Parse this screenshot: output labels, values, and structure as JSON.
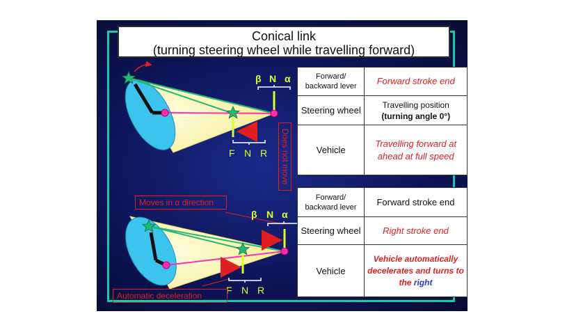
{
  "title": {
    "line1": "Conical link",
    "line2": "(turning steering wheel while travelling forward)"
  },
  "top_panel": {
    "axis_top": {
      "beta": "β",
      "n": "N",
      "alpha": "α"
    },
    "axis_bottom": {
      "f": "F",
      "n": "N",
      "r": "R"
    },
    "callout": "Does not move",
    "table": {
      "row1_label": "Forward/ backward lever",
      "row1_value": "Forward stroke end",
      "row2_label": "Steering wheel",
      "row2_value_line1": "Travelling position",
      "row2_value_line2": "(turning angle 0°)",
      "row3_label": "Vehicle",
      "row3_value": "Travelling forward at ahead at full speed"
    }
  },
  "bottom_panel": {
    "axis_top": {
      "beta": "β",
      "n": "N",
      "alpha": "α"
    },
    "axis_bottom": {
      "f": "F",
      "n": "N",
      "r": "R"
    },
    "callout_direction": "Moves in α direction",
    "callout_decel": "Automatic deceleration",
    "table": {
      "row1_label": "Forward/ backward lever",
      "row1_value": "Forward stroke end",
      "row2_label": "Steering wheel",
      "row2_value": "Right stroke end",
      "row3_label": "Vehicle",
      "row3_value_main": "Vehicle automatically decelerates and turns to the",
      "row3_value_accent": "right"
    }
  },
  "colors": {
    "background": "#0d1559",
    "frame": "#19c9a7",
    "cone": "#fdf6b0",
    "base": "#3cc3ee",
    "link": "#ff2fb0",
    "star": "#22b877",
    "arrow": "#e02020",
    "pointer": "#d8ff30"
  }
}
